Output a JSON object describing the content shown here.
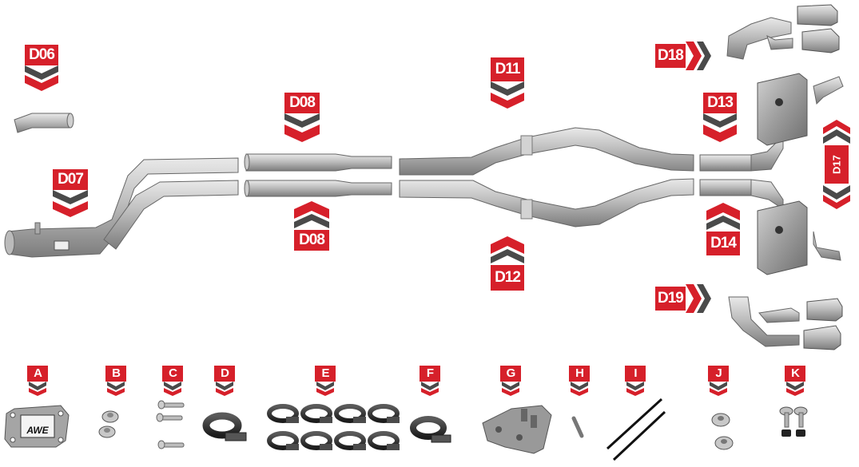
{
  "callouts": {
    "d06": "D06",
    "d07": "D07",
    "d08_top": "D08",
    "d08_bottom": "D08",
    "d11": "D11",
    "d12": "D12",
    "d13": "D13",
    "d14": "D14",
    "d17": "D17",
    "d18": "D18",
    "d19": "D19"
  },
  "hardware": {
    "a": "A",
    "b": "B",
    "c": "C",
    "d": "D",
    "e": "E",
    "f": "F",
    "g": "G",
    "h": "H",
    "i": "I",
    "j": "J",
    "k": "K"
  },
  "logo_text": "AWE",
  "colors": {
    "tag_red": "#d6202a",
    "chevron_dark": "#4a4a4a",
    "pipe_steel": "#b9b9b9",
    "pipe_shadow": "#8c8c8c"
  }
}
